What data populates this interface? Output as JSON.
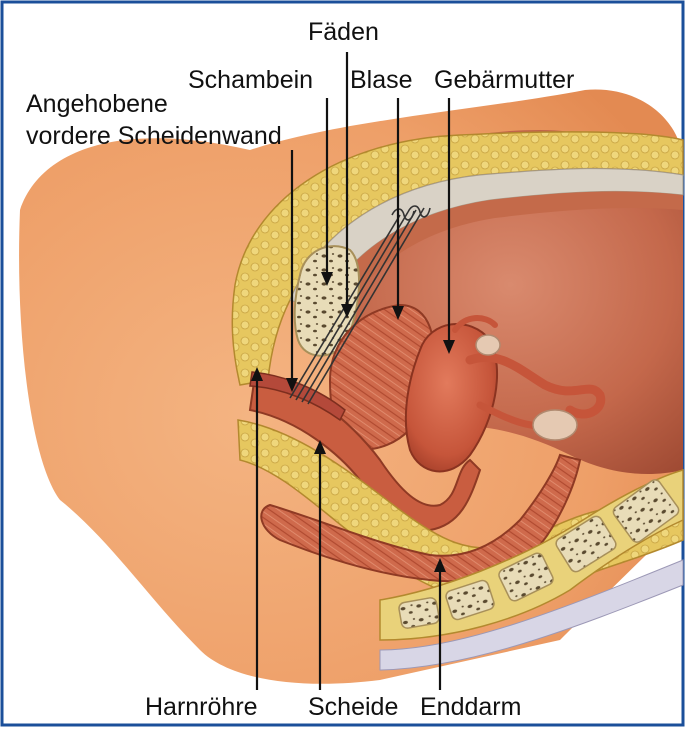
{
  "labels": {
    "faeden": "Fäden",
    "schambein": "Schambein",
    "blase": "Blase",
    "gebaermutter": "Gebärmutter",
    "angehobene_line1": "Angehobene",
    "angehobene_line2": "vordere Scheidenwand",
    "harnroehre": "Harnröhre",
    "scheide": "Scheide",
    "enddarm": "Enddarm"
  },
  "colors": {
    "frame_border": "#1b4f9a",
    "background": "#ffffff",
    "skin": "#f0a870",
    "skin_dark": "#d97f4a",
    "bone_yellow": "#e9d27a",
    "bone_spongy": "#d9c7a0",
    "organ_red": "#c8553a",
    "organ_dark": "#9e3a26",
    "cavity": "#b8573e",
    "label_text": "#111111",
    "leader_line": "#111111"
  }
}
